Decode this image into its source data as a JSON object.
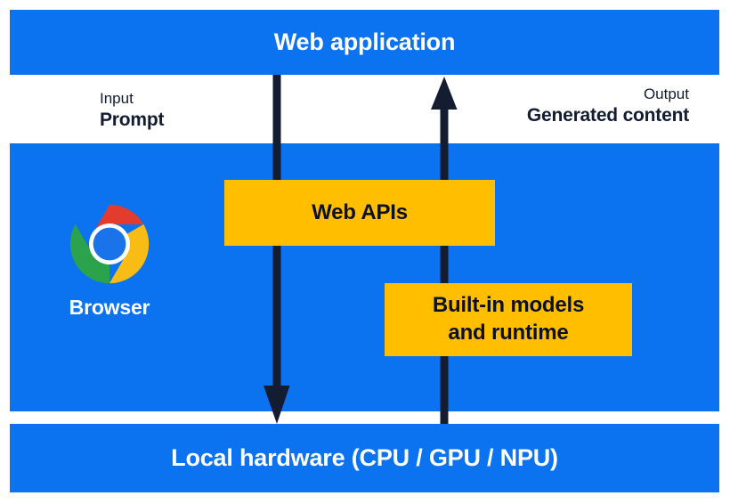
{
  "diagram": {
    "title": "Web application",
    "colors": {
      "blue": "#0B72F0",
      "yellow": "#FFBE00",
      "navy": "#131C30",
      "white": "#FFFFFF",
      "chrome_red": "#E33B2E",
      "chrome_yellow": "#F9BC15",
      "chrome_green": "#2BA24C",
      "chrome_blue": "#1A73E8"
    }
  },
  "bands": {
    "web_application": {
      "label": "Web application"
    },
    "browser": {
      "label": "Browser"
    },
    "local_hardware": {
      "label": "Local hardware (CPU / GPU / NPU)"
    }
  },
  "flow": {
    "input": {
      "kind": "Input",
      "value": "Prompt"
    },
    "output": {
      "kind": "Output",
      "value": "Generated content"
    }
  },
  "boxes": {
    "web_apis": {
      "label": "Web APIs"
    },
    "built_in_models": {
      "line1": "Built-in models",
      "line2": "and runtime"
    }
  },
  "icons": {
    "browser": "chrome-logo-icon",
    "down_arrow": "arrow-down-icon",
    "up_arrow": "arrow-up-icon"
  }
}
